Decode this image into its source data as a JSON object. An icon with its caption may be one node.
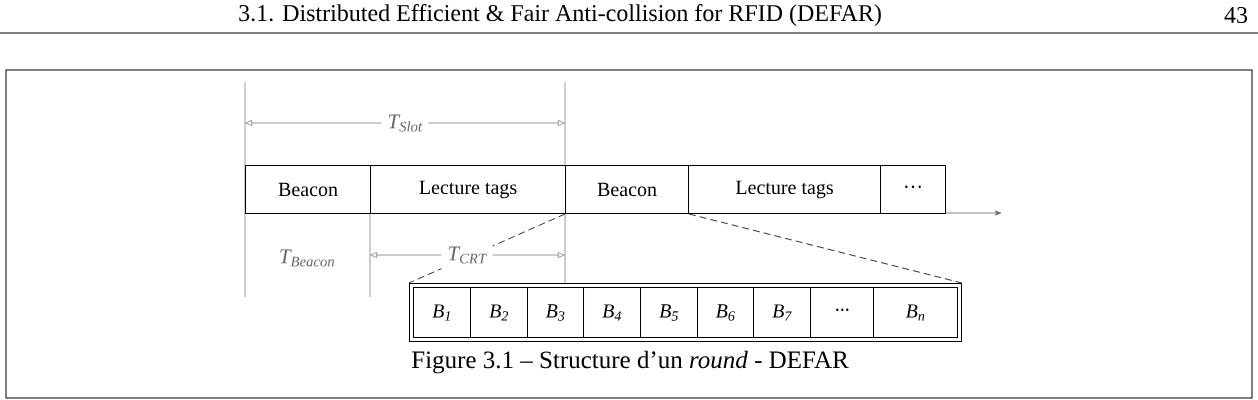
{
  "diagram": {
    "caption": "Figure 3.1 – Structure d’un *round* - DEFAR",
    "nodes": [
      {
        "text": [
          "Beacon"
        ]
      },
      {
        "text": [
          "Lecture tags"
        ]
      },
      {
        "text": [
          "Beacon"
        ]
      },
      {
        "text": [
          "Lecture tags"
        ]
      },
      {
        "text": [
          "···"
        ]
      },
      {
        "text": [],
        "shape": "box"
      },
      {
        "text": [
          "B$_{1}$"
        ],
        "in": 5
      },
      {
        "text": [
          "B$_{2}$"
        ],
        "in": 5
      },
      {
        "text": [
          "B$_{3}$"
        ],
        "in": 5
      },
      {
        "text": [
          "B$_{4}$"
        ],
        "in": 5
      },
      {
        "text": [
          "B$_{5}$"
        ],
        "in": 5
      },
      {
        "text": [
          "B$_{6}$"
        ],
        "in": 5
      },
      {
        "text": [
          "B$_{7}$"
        ],
        "in": 5
      },
      {
        "text": [
          "···"
        ],
        "in": 5
      },
      {
        "text": [
          "B$_{n}$"
        ],
        "in": 5
      }
    ],
    "edges": [
      {
        "from": 2,
        "to": 5,
        "arrow": "none",
        "style": "dashed"
      },
      {
        "from": 2,
        "to": 5,
        "arrow": "none",
        "style": "dashed"
      }
    ],
    "labels": [
      "3.1. Distributed Efficient & Fair Anti-collision for RFID (DEFAR)",
      "43",
      "T$_{Slot}$",
      "T$_{Beacon}$",
      "T$_{CRT}$"
    ]
  }
}
